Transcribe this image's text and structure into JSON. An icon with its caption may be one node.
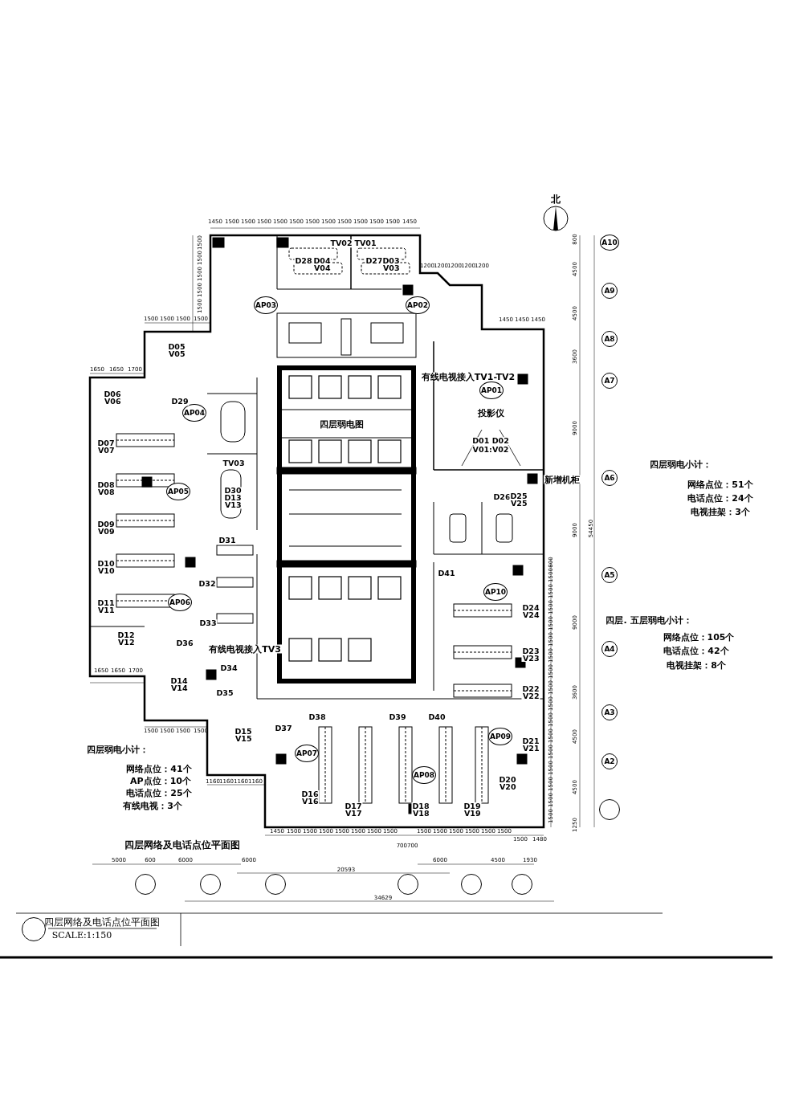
{
  "diagram": {
    "nodes": [
      {
        "text": [
          "A10"
        ]
      },
      {
        "text": [
          "AP03"
        ]
      },
      {
        "text": [
          "AP02"
        ]
      },
      {
        "text": [
          "A9"
        ]
      },
      {
        "text": [
          "A8"
        ]
      },
      {
        "text": [
          "A7"
        ]
      },
      {
        "text": [
          "AP01"
        ]
      },
      {
        "text": [
          "AP04"
        ]
      },
      {
        "text": [
          "AP05"
        ]
      },
      {
        "text": [
          "A6"
        ]
      },
      {
        "text": [
          "A5"
        ]
      },
      {
        "text": [
          "AP10"
        ]
      },
      {
        "text": [
          "AP06"
        ]
      },
      {
        "text": [
          "A4"
        ]
      },
      {
        "text": [
          "A3"
        ]
      },
      {
        "text": [
          "AP09"
        ]
      },
      {
        "text": [
          "AP07"
        ]
      },
      {
        "text": [
          "A2"
        ]
      },
      {
        "text": [
          "AP08"
        ]
      },
      {
        "text": [],
        "shape": "circle"
      },
      {
        "text": [],
        "shape": "circle"
      },
      {
        "text": [],
        "shape": "circle"
      },
      {
        "text": [],
        "shape": "circle"
      },
      {
        "text": [],
        "shape": "circle"
      },
      {
        "text": [],
        "shape": "circle"
      },
      {
        "text": [],
        "shape": "circle"
      },
      {
        "text": [],
        "shape": "circle"
      }
    ],
    "labels": [
      "1450",
      "1500",
      "1500",
      "1500",
      "1500",
      "1500",
      "1500",
      "1500",
      "1500",
      "1500",
      "1500",
      "1500",
      "1450",
      "北",
      "1500",
      "TV02",
      "TV01",
      "800",
      "1500",
      "D28",
      "D04 V04",
      "D27",
      "D03 V03",
      "1500",
      "4500",
      "1200",
      "1200",
      "1200",
      "1200",
      "1200",
      "1500",
      "1500",
      "4500",
      "1500",
      "1500",
      "1500",
      "1500",
      "1450",
      "1450",
      "1450",
      "3600",
      "1650",
      "1650",
      "1700",
      "有线电视接入TV1-TV2",
      "投影仪",
      "四层弱电图",
      "D01 D02",
      "V01:V02",
      "9000",
      "D05 V05",
      "D06 V06",
      "D29",
      "D07 V07",
      "TV03",
      "四层弱电小计：",
      "网络点位：51个",
      "新增机柜",
      "D08 V08",
      "D26",
      "D25 V25",
      "D30 D13 V13",
      "电话点位：24个",
      "电视挂架：3个",
      "D09 V09",
      "9000",
      "54450",
      "D31",
      "D10 V10",
      "D41",
      "800",
      "1500",
      "1500",
      "1500",
      "1500",
      "1500",
      "1500",
      "1500",
      "1500",
      "1500",
      "1500",
      "1500",
      "1500",
      "1500",
      "1500",
      "1500",
      "1500",
      "D32",
      "D11 V11",
      "D24 V24",
      "9000",
      "四层. 五层弱电小计：",
      "D33",
      "网络点位：105个",
      "D12 V12",
      "D36",
      "有线电视接入TV3",
      "电话点位：42个",
      "D23 V23",
      "电视挂架：8个",
      "1650",
      "1650",
      "1700",
      "D34",
      "D14 V14",
      "D22 V22",
      "3600",
      "D35",
      "D38",
      "D39",
      "D40",
      "1500",
      "1500",
      "1500",
      "1500",
      "四层弱电小计：",
      "D15 V15",
      "D37",
      "4500",
      "D21 V21",
      "网络点位：41个",
      "1160",
      "1160",
      "1160",
      "1160",
      "AP点位：10个",
      "D20 V20",
      "4500",
      "电话点位：25个",
      "D16 V16",
      "有线电视：3个",
      "D17 V17",
      "D18 V18",
      "D19 V19",
      "1250",
      "1450",
      "1500",
      "1500",
      "1500",
      "1500",
      "1500",
      "1500",
      "1500",
      "1500",
      "1500",
      "1500",
      "1500",
      "1500",
      "1500",
      "1500",
      "1480",
      "四层网络及电话点位平面图",
      "700700",
      "5000",
      "600",
      "6000",
      "6000",
      "6000",
      "4500",
      "1930",
      "20593",
      "34629",
      "四层网络及电话点位平面图",
      "SCALE:1:150"
    ]
  }
}
